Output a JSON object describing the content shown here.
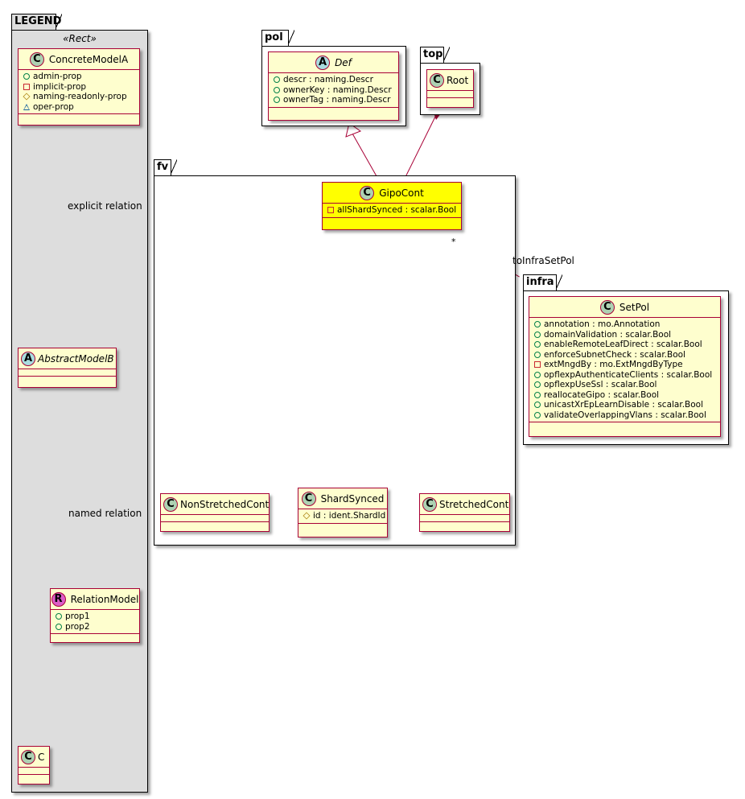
{
  "legend": {
    "package_name": "LEGEND",
    "stereotype": "«Rect»",
    "concrete_model": {
      "name": "ConcreteModelA",
      "stereotype_letter": "C",
      "attributes": [
        {
          "visibility": "public",
          "text": "admin-prop"
        },
        {
          "visibility": "private",
          "text": "implicit-prop"
        },
        {
          "visibility": "protected",
          "text": "naming-readonly-prop"
        },
        {
          "visibility": "package",
          "text": "oper-prop"
        }
      ]
    },
    "abstract_model": {
      "name": "AbstractModelB",
      "stereotype_letter": "A"
    },
    "relation_model": {
      "name": "RelationModel",
      "stereotype_letter": "R",
      "attributes": [
        {
          "visibility": "public",
          "text": "prop1"
        },
        {
          "visibility": "public",
          "text": "prop2"
        }
      ]
    },
    "c_model": {
      "name": "C",
      "stereotype_letter": "C"
    },
    "explicit_relation_label": "explicit relation",
    "named_relation_label": "named relation"
  },
  "packages": {
    "pol": {
      "name": "pol",
      "class": {
        "name": "Def",
        "stereotype_letter": "A",
        "attributes": [
          {
            "visibility": "public",
            "text": "descr : naming.Descr"
          },
          {
            "visibility": "public",
            "text": "ownerKey : naming.Descr"
          },
          {
            "visibility": "public",
            "text": "ownerTag : naming.Descr"
          }
        ]
      }
    },
    "top": {
      "name": "top",
      "class": {
        "name": "Root",
        "stereotype_letter": "C"
      }
    },
    "fv": {
      "name": "fv",
      "gipo_cont": {
        "name": "GipoCont",
        "stereotype_letter": "C",
        "attributes": [
          {
            "visibility": "private",
            "text": "allShardSynced : scalar.Bool"
          }
        ]
      },
      "non_stretched": {
        "name": "NonStretchedCont",
        "stereotype_letter": "C"
      },
      "shard_synced": {
        "name": "ShardSynced",
        "stereotype_letter": "C",
        "attributes": [
          {
            "visibility": "protected",
            "text": "id : ident.ShardId"
          }
        ]
      },
      "stretched": {
        "name": "StretchedCont",
        "stereotype_letter": "C"
      }
    },
    "infra": {
      "name": "infra",
      "class": {
        "name": "SetPol",
        "stereotype_letter": "C",
        "attributes": [
          {
            "visibility": "public",
            "text": "annotation : mo.Annotation"
          },
          {
            "visibility": "public",
            "text": "domainValidation : scalar.Bool"
          },
          {
            "visibility": "public",
            "text": "enableRemoteLeafDirect : scalar.Bool"
          },
          {
            "visibility": "public",
            "text": "enforceSubnetCheck : scalar.Bool"
          },
          {
            "visibility": "private",
            "text": "extMngdBy : mo.ExtMngdByType"
          },
          {
            "visibility": "public",
            "text": "opflexpAuthenticateClients : scalar.Bool"
          },
          {
            "visibility": "public",
            "text": "opflexpUseSsl : scalar.Bool"
          },
          {
            "visibility": "public",
            "text": "reallocateGipo : scalar.Bool"
          },
          {
            "visibility": "public",
            "text": "unicastXrEpLearnDisable : scalar.Bool"
          },
          {
            "visibility": "public",
            "text": "validateOverlappingVlans : scalar.Bool"
          }
        ]
      }
    }
  },
  "relations": {
    "to_infra_label": "toInfraSetPol",
    "to_infra_multiplicity": "*"
  },
  "colors": {
    "class_fill": "#fefece",
    "class_border": "#a80036",
    "highlight_fill": "#ffff00",
    "legend_fill": "#dddddd",
    "edge": "#a80036"
  }
}
